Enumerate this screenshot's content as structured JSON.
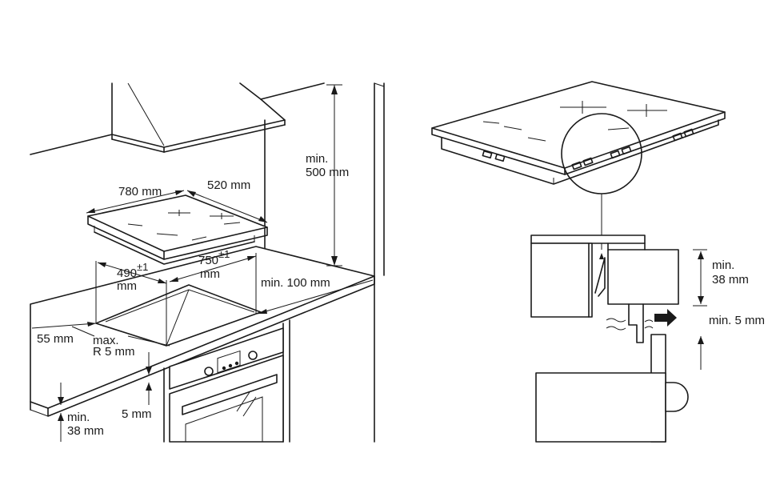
{
  "dimensions": {
    "hob_width": "780 mm",
    "hob_depth": "520 mm",
    "cutout_depth_value": "490",
    "cutout_width_value": "750",
    "tolerance": "±1",
    "unit": "mm",
    "hood_height_line1": "min.",
    "hood_height_line2": "500 mm",
    "wall_clearance": "min. 100 mm",
    "front_edge": "55 mm",
    "corner_radius_line1": "max.",
    "corner_radius_line2": "R 5 mm",
    "oven_gap": "5 mm",
    "worktop_thickness_line1": "min.",
    "worktop_thickness_line2": "38 mm",
    "detail_worktop_line1": "min.",
    "detail_worktop_line2": "38 mm",
    "air_gap": "min. 5 mm"
  }
}
